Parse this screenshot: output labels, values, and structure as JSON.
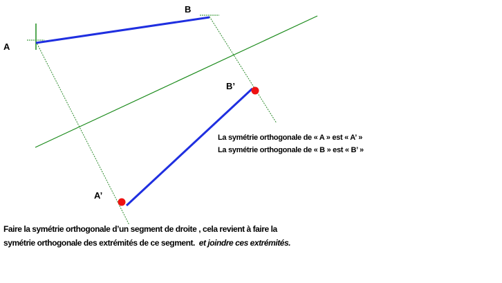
{
  "points": {
    "A": "A",
    "B": "B",
    "A_prime": "A’",
    "B_prime": "B’"
  },
  "statements": {
    "line1": "La symétrie orthogonale  de « A » est « A’ »",
    "line2": "La symétrie orthogonale  de « B » est  « B’ »"
  },
  "explanation": {
    "line1": "Faire la symétrie orthogonale  d’un segment de droite  , cela revient à faire la",
    "line2": "symétrie orthogonale des extrémités de ce segment.",
    "line2_italic": "et joindre ces extrémités."
  },
  "colors": {
    "segment": "#1f2fe0",
    "axis": "#1a8a1a",
    "construction": "#2e8b2e",
    "point": "#ee1111"
  }
}
